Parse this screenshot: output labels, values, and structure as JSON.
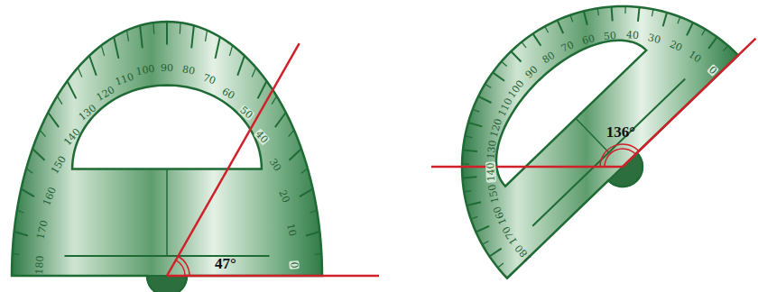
{
  "diagram": {
    "labels": [
      "180",
      "170",
      "160",
      "150",
      "140",
      "130",
      "120",
      "110",
      "100",
      "90",
      "80",
      "70",
      "60",
      "50",
      "40",
      "30",
      "20",
      "10",
      "0",
      "47°",
      "180",
      "170",
      "160",
      "150",
      "140",
      "130",
      "120",
      "110",
      "100",
      "90",
      "80",
      "70",
      "60",
      "50",
      "40",
      "30",
      "20",
      "10",
      "0",
      "136°"
    ]
  }
}
